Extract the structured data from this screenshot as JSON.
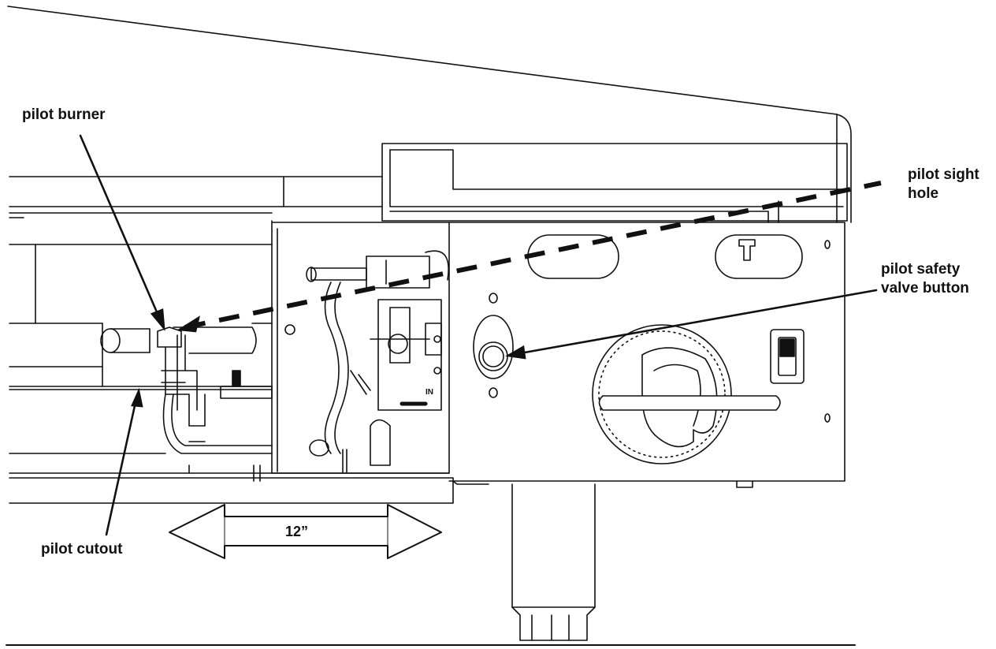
{
  "labels": {
    "pilot_burner": "pilot burner",
    "pilot_sight_hole_line1": "pilot sight",
    "pilot_sight_hole_line2": "hole",
    "pilot_safety_valve_line1": "pilot safety",
    "pilot_safety_valve_line2": "valve button",
    "pilot_cutout": "pilot cutout",
    "dimension": "12”"
  },
  "colors": {
    "ink": "#111111",
    "paper": "#ffffff",
    "shade": "#e6e6e6"
  }
}
